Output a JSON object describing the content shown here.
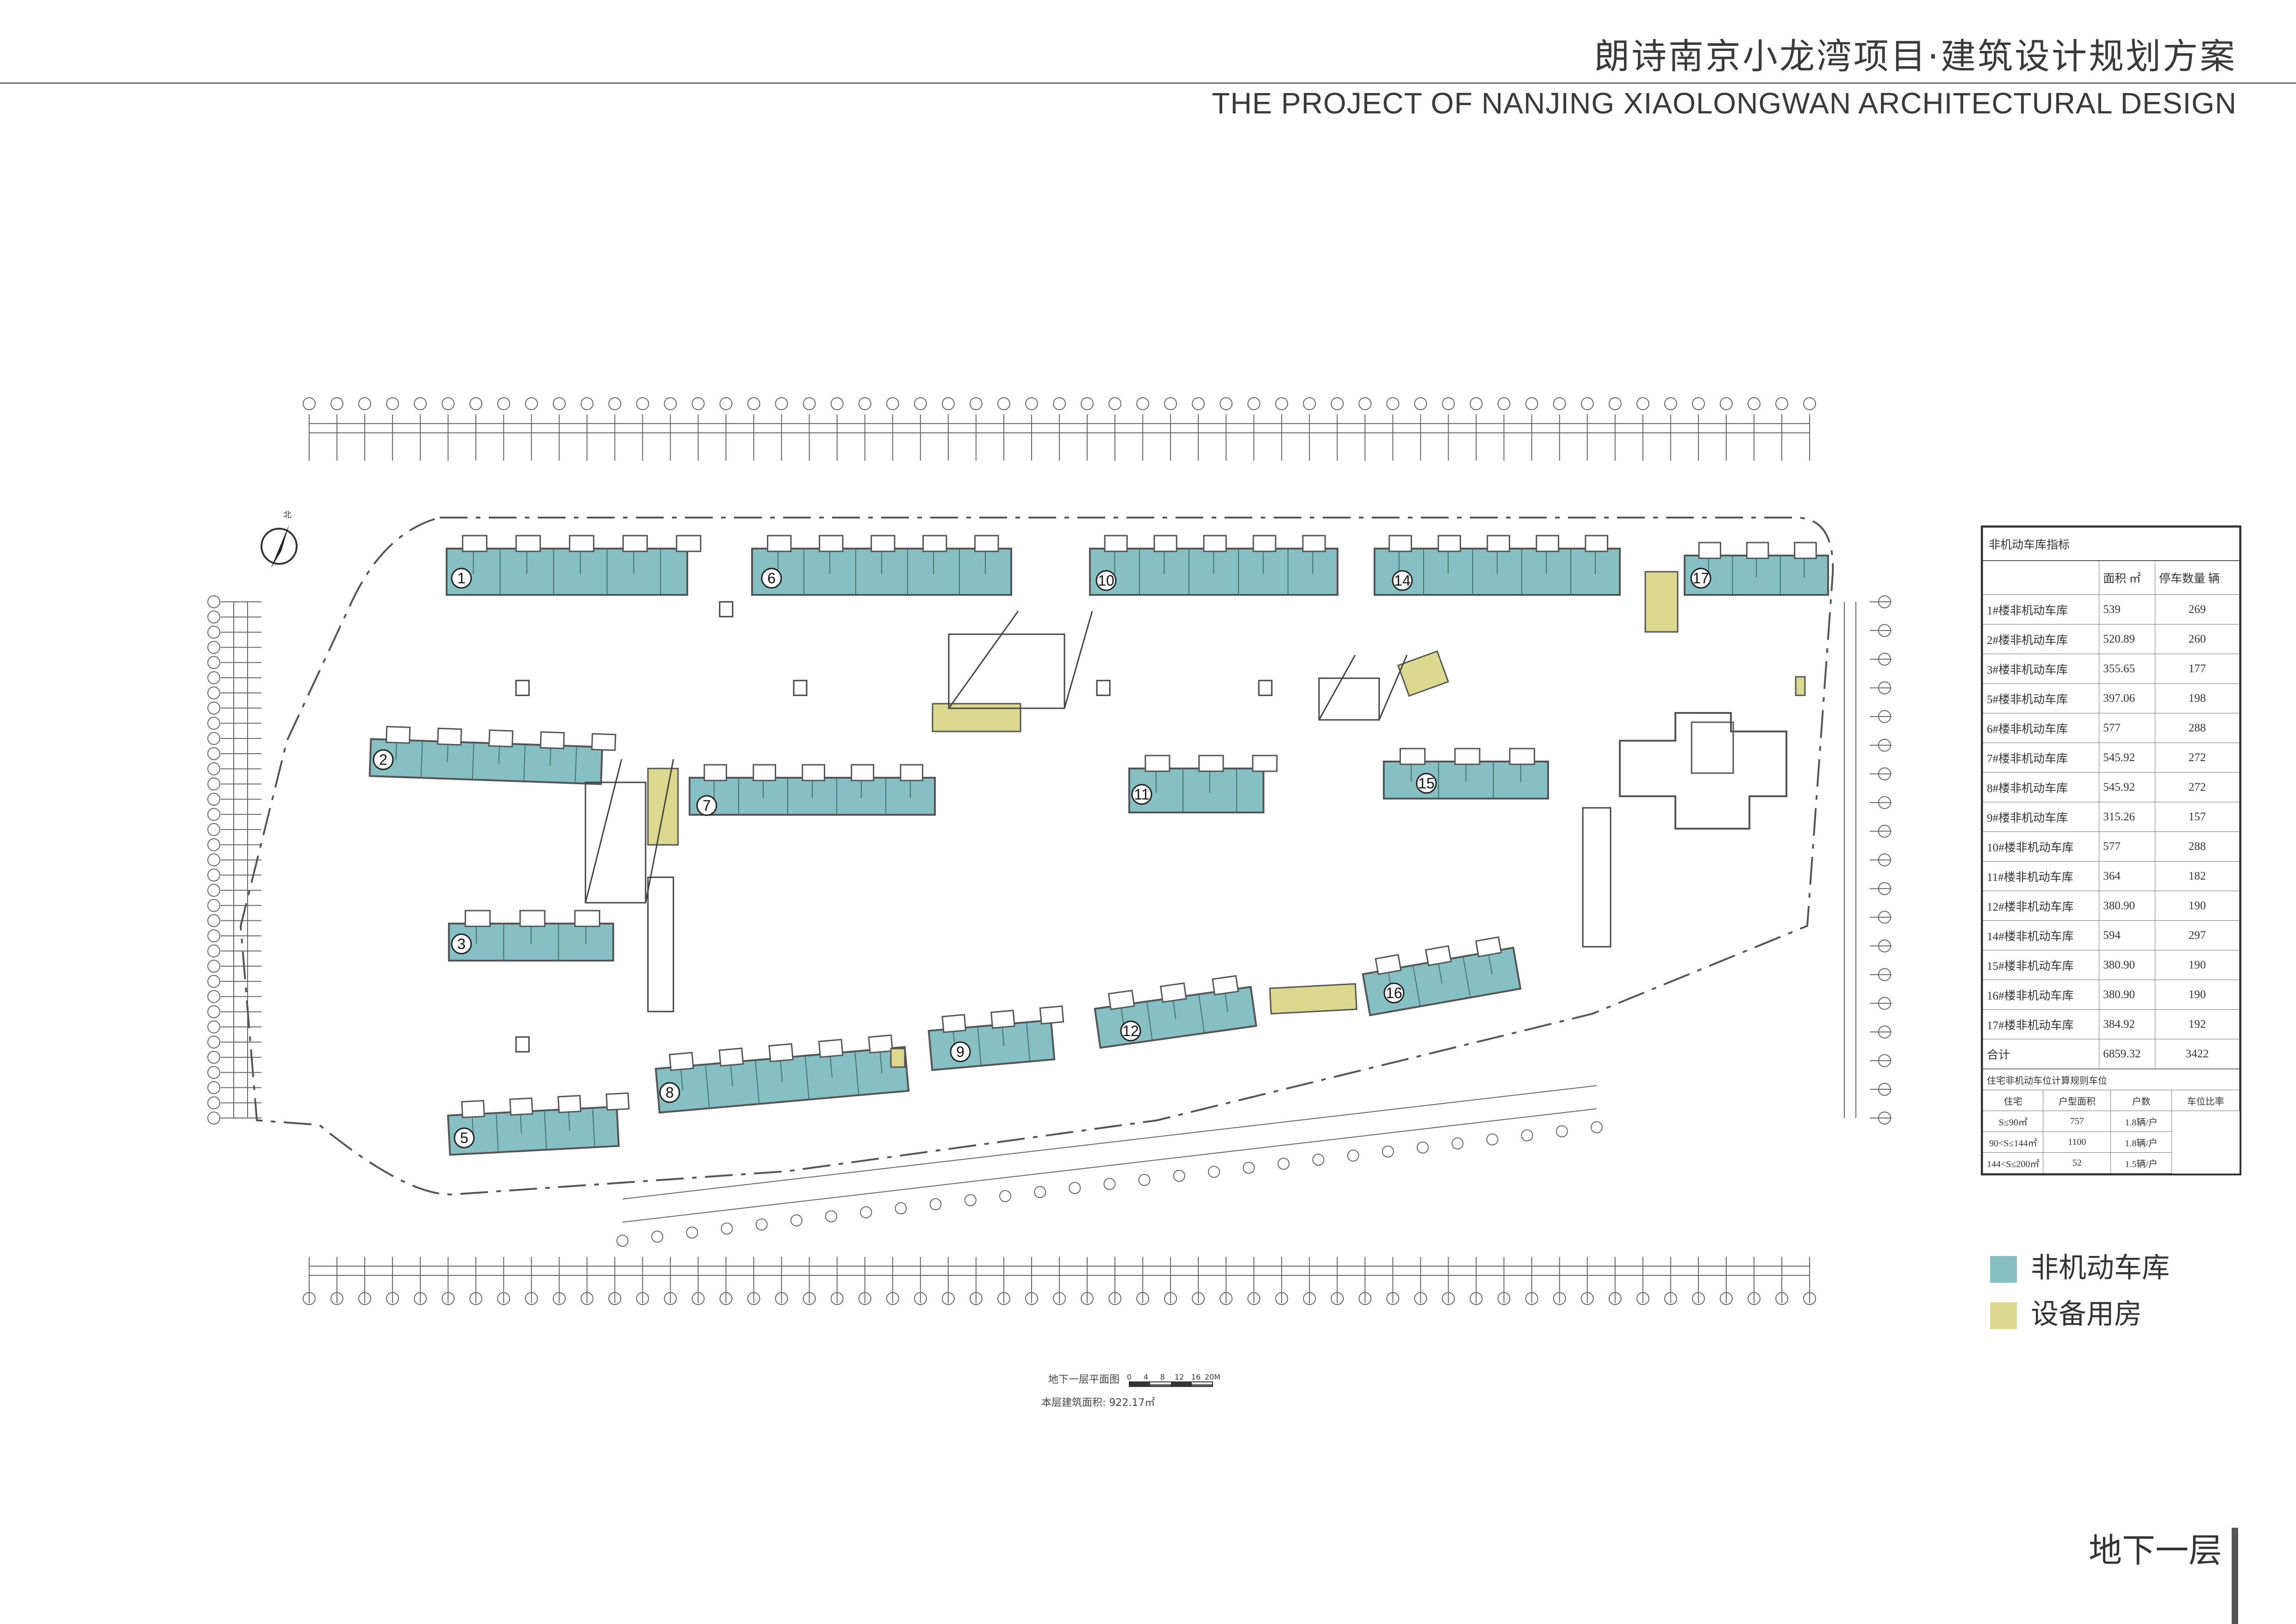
{
  "header": {
    "title_cn": "朗诗南京小龙湾项目·建筑设计规划方案",
    "title_en": "THE PROJECT OF NANJING XIAOLONGWAN ARCHITECTURAL DESIGN"
  },
  "colors": {
    "garage": "#86c0c4",
    "equipment": "#dcd98e",
    "line": "#555555"
  },
  "plan": {
    "caption": "地下一层平面图",
    "area_text": "本层建筑面积: 922.17㎡",
    "scale": [
      "0",
      "4",
      "8",
      "12",
      "16",
      "20M"
    ],
    "north_label": "北",
    "building_numbers": [
      "1",
      "2",
      "3",
      "5",
      "6",
      "7",
      "8",
      "9",
      "10",
      "11",
      "12",
      "14",
      "15",
      "16",
      "17"
    ]
  },
  "table": {
    "caption": "非机动车库指标",
    "col_area": "面积 ㎡",
    "col_spaces": "停车数量 辆",
    "rows": [
      {
        "name": "1#楼非机动车库",
        "area": "539",
        "spaces": "269"
      },
      {
        "name": "2#楼非机动车库",
        "area": "520.89",
        "spaces": "260"
      },
      {
        "name": "3#楼非机动车库",
        "area": "355.65",
        "spaces": "177"
      },
      {
        "name": "5#楼非机动车库",
        "area": "397.06",
        "spaces": "198"
      },
      {
        "name": "6#楼非机动车库",
        "area": "577",
        "spaces": "288"
      },
      {
        "name": "7#楼非机动车库",
        "area": "545.92",
        "spaces": "272"
      },
      {
        "name": "8#楼非机动车库",
        "area": "545.92",
        "spaces": "272"
      },
      {
        "name": "9#楼非机动车库",
        "area": "315.26",
        "spaces": "157"
      },
      {
        "name": "10#楼非机动车库",
        "area": "577",
        "spaces": "288"
      },
      {
        "name": "11#楼非机动车库",
        "area": "364",
        "spaces": "182"
      },
      {
        "name": "12#楼非机动车库",
        "area": "380.90",
        "spaces": "190"
      },
      {
        "name": "14#楼非机动车库",
        "area": "594",
        "spaces": "297"
      },
      {
        "name": "15#楼非机动车库",
        "area": "380.90",
        "spaces": "190"
      },
      {
        "name": "16#楼非机动车库",
        "area": "380.90",
        "spaces": "190"
      },
      {
        "name": "17#楼非机动车库",
        "area": "384.92",
        "spaces": "192"
      }
    ],
    "total": {
      "name": "合计",
      "area": "6859.32",
      "spaces": "3422"
    },
    "sub_caption": "住宅非机动车位计算规则车位",
    "sub_head": {
      "type": "户型面积",
      "count": "户数",
      "ratio": "车位比率"
    },
    "sub_side": "住宅",
    "sub_rows": [
      {
        "type": "S≤90㎡",
        "count": "757",
        "ratio": "1.8辆/户"
      },
      {
        "type": "90<S≤144㎡",
        "count": "1100",
        "ratio": "1.8辆/户"
      },
      {
        "type": "144<S≤200㎡",
        "count": "52",
        "ratio": "1.5辆/户"
      }
    ]
  },
  "legend": [
    {
      "label": "非机动车库",
      "color": "#86c0c4"
    },
    {
      "label": "设备用房",
      "color": "#dcd98e"
    }
  ],
  "floor_label": "地下一层"
}
